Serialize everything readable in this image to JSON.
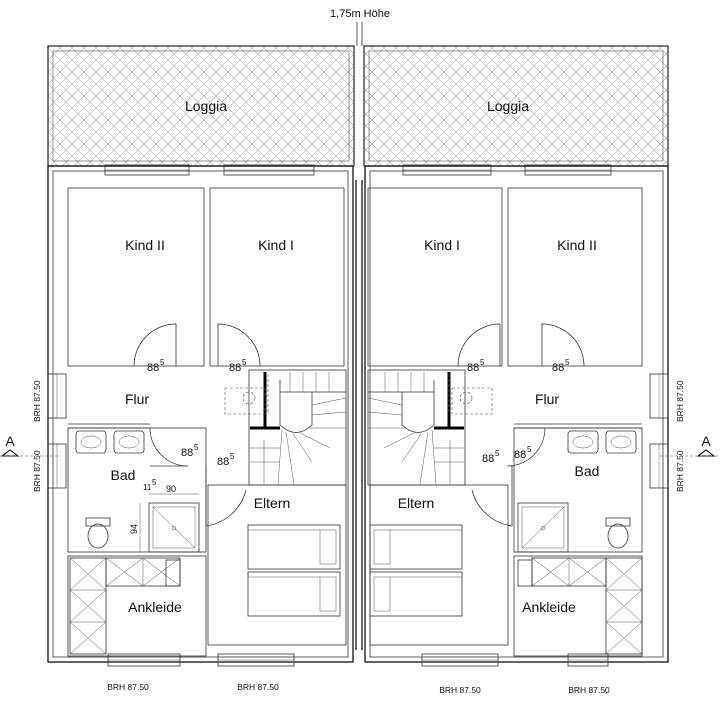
{
  "labels": {
    "top_height": "1,75m Höhe",
    "loggia": "Loggia",
    "kind_ii": "Kind II",
    "kind_i": "Kind I",
    "flur": "Flur",
    "bad": "Bad",
    "eltern": "Eltern",
    "ankleide": "Ankleide",
    "door_88": "88",
    "sup_5": "5",
    "dim_90": "90",
    "dim_94": "94",
    "dim_11": "11",
    "brh": "BRH 87.50",
    "section": "A"
  }
}
